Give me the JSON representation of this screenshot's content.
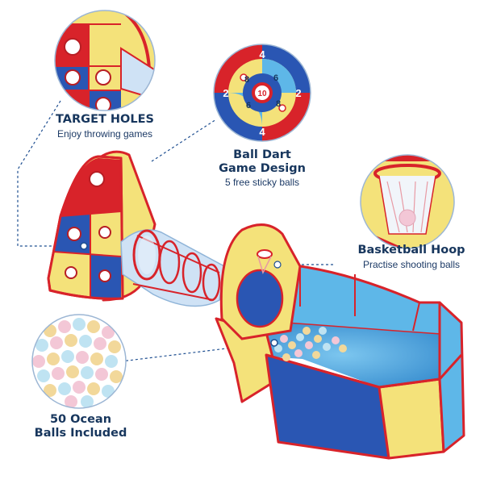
{
  "labels": {
    "target_holes": {
      "title": "TARGET HOLES",
      "subtitle": "Enjoy throwing games"
    },
    "ball_dart": {
      "title_line1": "Ball Dart",
      "title_line2": "Game Design",
      "subtitle": "5 free sticky balls"
    },
    "basketball": {
      "title": "Basketball Hoop",
      "subtitle": "Practise shooting balls"
    },
    "ocean_balls": {
      "title_line1": "50 Ocean",
      "title_line2": "Balls Included"
    }
  },
  "dartboard": {
    "center": "10",
    "inner_ring": [
      "6",
      "8",
      "6",
      "8"
    ],
    "outer_ring": [
      "4",
      "2",
      "2",
      "4"
    ]
  },
  "colors": {
    "red_trim": "#d8232a",
    "royal_blue": "#2a56b3",
    "sky_blue": "#5eb7e8",
    "yellow": "#f4e27a",
    "navy_text": "#17365d",
    "dotted_line": "#1f4f91"
  }
}
